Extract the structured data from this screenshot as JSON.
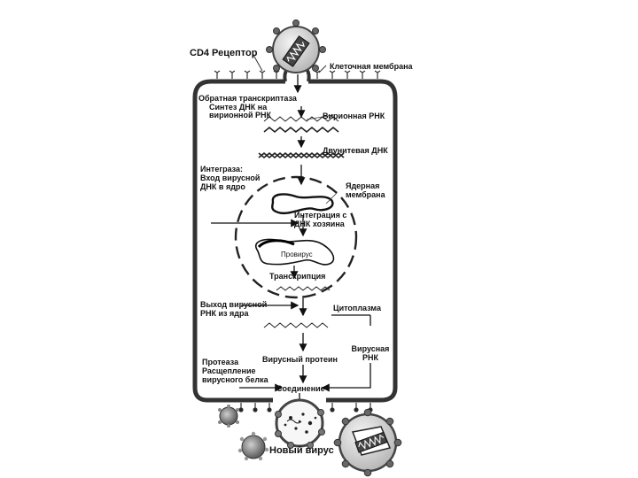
{
  "diagram": {
    "labels": {
      "cd4_receptor": "CD4 Рецептор",
      "cell_membrane": "Клеточная мембрана",
      "reverse_transcriptase": "Обратная транскриптаза",
      "dna_synthesis_line1": "Синтез ДНК на",
      "dna_synthesis_line2": "вирионной РНК",
      "virion_rna": "Вирионная РНК",
      "double_stranded_dna": "Двунитевая ДНК",
      "integrase_line1": "Интеграза:",
      "integrase_line2": "Вход вирусной",
      "integrase_line3": "ДНК в ядро",
      "nuclear_membrane_line1": "Ядерная",
      "nuclear_membrane_line2": "мембрана",
      "integration_line1": "Интеграция с",
      "integration_line2": "ДНК хозяина",
      "provirus": "Провирус",
      "transcription": "Транскрипция",
      "rna_exit_line1": "Выход вирусной",
      "rna_exit_line2": "РНК из ядра",
      "cytoplasm": "Цитоплазма",
      "viral_rna_line1": "Вирусная",
      "viral_rna_line2": "РНК",
      "viral_protein": "Вирусный протеин",
      "protease_line1": "Протеаза",
      "protease_line2": "Расщепление",
      "protease_line3": "вирусного белка",
      "assembly": "Соединение",
      "new_virus": "Новый вирус"
    }
  }
}
